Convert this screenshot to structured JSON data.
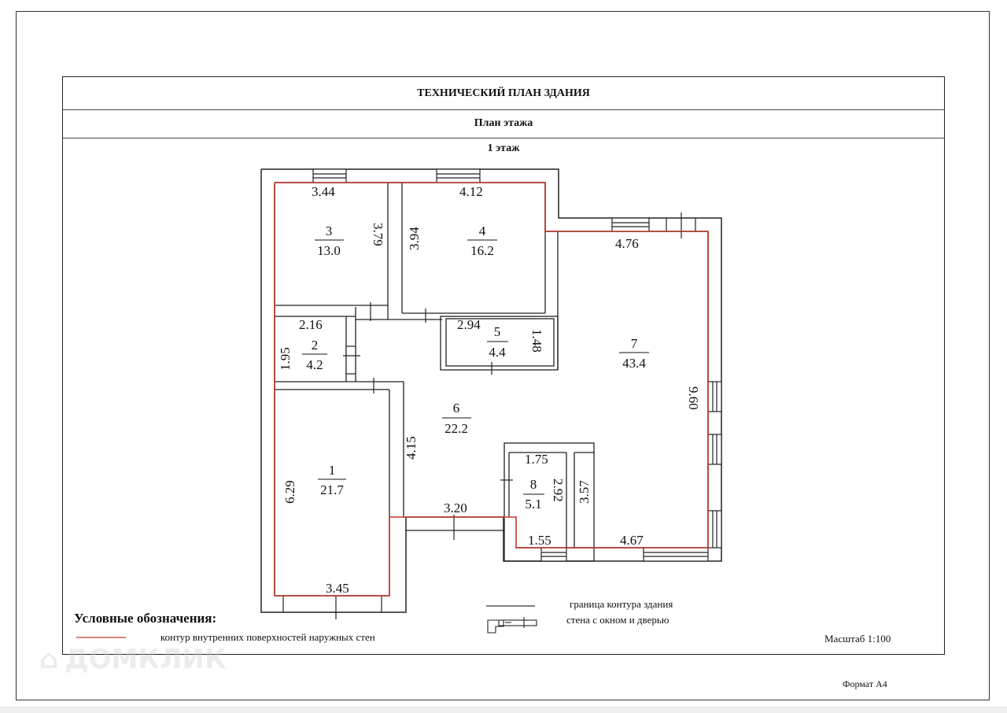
{
  "document": {
    "title": "ТЕХНИЧЕСКИЙ ПЛАН ЗДАНИЯ",
    "subtitle": "План этажа",
    "floor": "1 этаж",
    "scale": "Масштаб 1:100",
    "format": "Формат А4",
    "watermark": "ДОМКЛИК"
  },
  "rooms": [
    {
      "number": "1",
      "area": "21.7"
    },
    {
      "number": "2",
      "area": "4.2"
    },
    {
      "number": "3",
      "area": "13.0"
    },
    {
      "number": "4",
      "area": "16.2"
    },
    {
      "number": "5",
      "area": "4.4"
    },
    {
      "number": "6",
      "area": "22.2"
    },
    {
      "number": "7",
      "area": "43.4"
    },
    {
      "number": "8",
      "area": "5.1"
    }
  ],
  "dimensions": {
    "room3_top": "3.44",
    "room3_right": "3.79",
    "room4_left": "3.94",
    "room4_top": "4.12",
    "room7_top": "4.76",
    "room7_right": "9.60",
    "room7_bottom": "4.67",
    "room2_top": "2.16",
    "room2_left": "1.95",
    "room5_top": "2.94",
    "room5_right": "1.48",
    "room6_left": "4.15",
    "room6_bottom": "3.20",
    "room1_left": "6.29",
    "room1_bottom": "3.45",
    "room8_top": "1.75",
    "room8_right": "2.92",
    "room8_bottom": "1.55",
    "corridor_right": "3.57"
  },
  "legend": {
    "title": "Условные обозначения:",
    "items": [
      {
        "symbol": "red-line",
        "label": "контур внутренних поверхностей наружных стен"
      },
      {
        "symbol": "black-line",
        "label": "граница контура здания"
      },
      {
        "symbol": "wall-window-door",
        "label": "стена с окном и дверью"
      }
    ]
  },
  "colors": {
    "inner_contour": "#c0392b",
    "wall": "#222222"
  }
}
